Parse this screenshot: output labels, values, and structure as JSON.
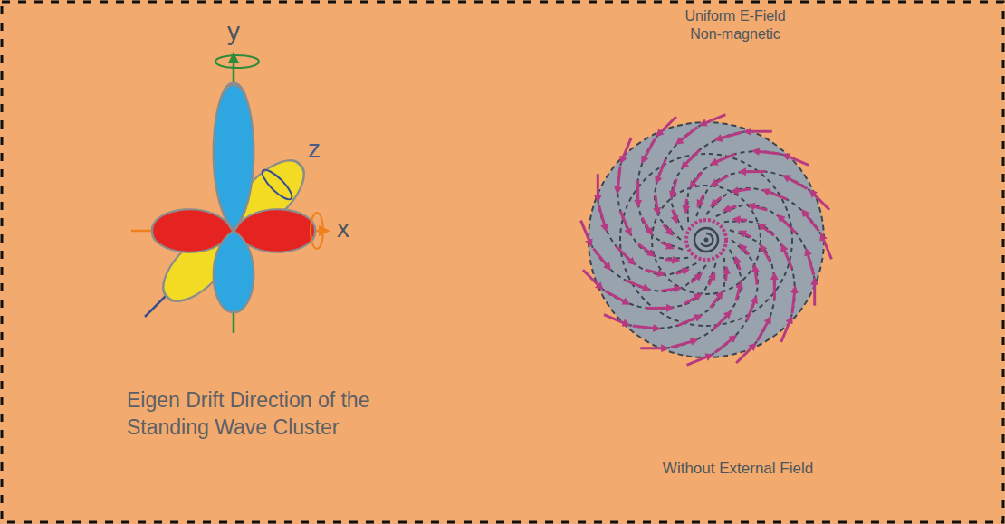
{
  "diagram": {
    "labels": [
      "y",
      "z",
      "x",
      "Eigen Drift Direction of the Standing Wave Cluster",
      "Uniform E-Field",
      "Non-magnetic",
      "Without External Field"
    ]
  }
}
